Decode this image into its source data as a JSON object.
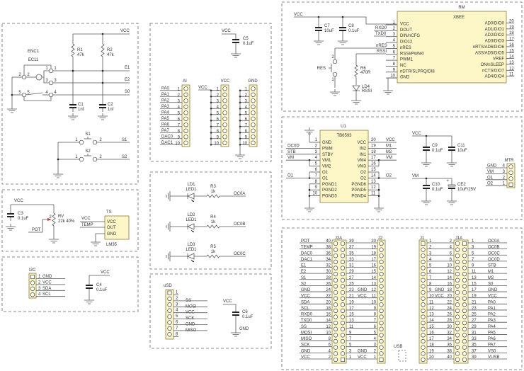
{
  "colors": {
    "wire": "#555555",
    "component_fill": "#fdf6c6",
    "component_border": "#8a7d3a",
    "panel_border": "#666666"
  },
  "encoder_block": {
    "vcc": "VCC",
    "enc_ref": "ENC1",
    "enc_part": "EC11",
    "r1_ref": "R1",
    "r1_val": "47k",
    "r2_ref": "R2",
    "r2_val": "47k",
    "c1_ref": "C1",
    "c1_val": "1nf",
    "c2_ref": "C2",
    "c2_val": "1nf",
    "net_e1": "E1",
    "net_e2": "E2",
    "net_s0": "S0",
    "pins": {
      "p1a": "1",
      "p1b": "1",
      "p2a": "2",
      "p2b": "2",
      "p3a": "3",
      "p3b": "3",
      "p5a": "5",
      "p5b": "5",
      "p4a": "4",
      "p4b": "4"
    },
    "s1": {
      "ref": "S1",
      "pin1": "1",
      "pin2": "2",
      "net": "S1"
    },
    "s2": {
      "ref": "S2",
      "pin1": "1",
      "pin2": "2",
      "net": "S2"
    }
  },
  "analog_block": {
    "vcc": "VCC",
    "c3_ref": "C3",
    "c3_val": "0.1uF",
    "rv_ref": "RV",
    "rv_val": "22k 40%",
    "rv_pin": "2",
    "net_pot": "POT",
    "ts_ref": "TS",
    "ts_part": "LM35",
    "ts_vcc_net": "VCC",
    "ts_temp_net": "TEMP",
    "ts_pins": [
      "VCC",
      "OUT",
      "GND"
    ]
  },
  "i2c_block": {
    "ref": "I2C",
    "pin_numbers": [
      "1",
      "2",
      "3",
      "4"
    ],
    "pin_names": [
      "GND",
      "VCC",
      "SDA",
      "SCL"
    ],
    "vcc": "VCC",
    "c4_ref": "C4",
    "c4_val": "0.1uF"
  },
  "headers_block": {
    "vcc": "VCC",
    "c5_ref": "C5",
    "c5_val": "0.1uF",
    "ai_ref": "AI",
    "ai_nets": [
      "PA0",
      "PA1",
      "PA2",
      "PA3",
      "PA4",
      "PA5",
      "PA6",
      "PA7",
      "DAC0",
      "DAC1"
    ],
    "pin_numbers": [
      "1",
      "2",
      "3",
      "4",
      "5",
      "6",
      "7",
      "8",
      "9",
      "10"
    ],
    "vcc_ref": "VCC",
    "vcc_net": "VCC",
    "gnd_ref": "GND"
  },
  "led_block": {
    "leds": [
      {
        "ref": "LD1",
        "part": "LED1",
        "r_ref": "R3",
        "r_val": "1k",
        "net": "OC0A"
      },
      {
        "ref": "LD2",
        "part": "LED1",
        "r_ref": "R4",
        "r_val": "1k",
        "net": "OC0B"
      },
      {
        "ref": "LD3",
        "part": "LED1",
        "r_ref": "R5",
        "r_val": "1k",
        "net": "OC0C"
      }
    ]
  },
  "usd_block": {
    "ref": "uSD",
    "pin_numbers": [
      "1",
      "2",
      "3",
      "4",
      "5",
      "6",
      "7",
      "8"
    ],
    "pin_names": [
      "",
      "SS",
      "MOSI",
      "VCC",
      "SCK",
      "GND",
      "MISO",
      ""
    ],
    "vcc": "VCC",
    "c6_ref": "C6",
    "c6_val": "0.1uF",
    "gnd": "GND"
  },
  "xbee_block": {
    "vcc": "VCC",
    "c7_ref": "C7",
    "c7_val": "10uF",
    "c8_ref": "C8",
    "c8_val": "0.1uF",
    "ref": "RM",
    "part": "XBEE",
    "left_pins": [
      {
        "num": "1",
        "name": "VCC"
      },
      {
        "num": "2",
        "name": "DOUT"
      },
      {
        "num": "3",
        "name": "DIN/nCFG"
      },
      {
        "num": "4",
        "name": "DIO12"
      },
      {
        "num": "5",
        "name": "nRES"
      },
      {
        "num": "6",
        "name": "RSSI/PWM0"
      },
      {
        "num": "7",
        "name": "PWM1"
      },
      {
        "num": "8",
        "name": "NC"
      },
      {
        "num": "9",
        "name": "nDTR/SLPRQ/DI8"
      },
      {
        "num": "10",
        "name": "GND"
      }
    ],
    "right_pins": [
      {
        "num": "20",
        "name": "AD0/DIO0"
      },
      {
        "num": "19",
        "name": "AD1/DIO1"
      },
      {
        "num": "18",
        "name": "AD2/DIO2"
      },
      {
        "num": "17",
        "name": "AD3/DIO3"
      },
      {
        "num": "16",
        "name": "nRTS/AD6/DIO6"
      },
      {
        "num": "15",
        "name": "ASS/AD5/DIO5"
      },
      {
        "num": "14",
        "name": "VREF"
      },
      {
        "num": "13",
        "name": "ON/nSLEEP"
      },
      {
        "num": "12",
        "name": "nCTS/DIO7"
      },
      {
        "num": "11",
        "name": "AD4/DIO4"
      }
    ],
    "net_rxd": "RXD0",
    "net_txd": "TXD0",
    "net_nres": "nRES",
    "net_rssi": "RSSI",
    "res_ref": "RES",
    "res_pin2": "2",
    "res_pin1": "1",
    "r6_ref": "R6",
    "r6_val": "470R",
    "ld4_ref": "LD4",
    "ld4_val": "RSSI"
  },
  "motor_block": {
    "ref": "U1",
    "part": "TB6593",
    "left_pins": [
      {
        "num": "1",
        "name": "GND"
      },
      {
        "num": "2",
        "name": "PWM"
      },
      {
        "num": "3",
        "name": "STBY"
      },
      {
        "num": "4",
        "name": "VM1"
      },
      {
        "num": "5",
        "name": "VM2"
      },
      {
        "num": "6",
        "name": "O1"
      },
      {
        "num": "7",
        "name": "O1"
      },
      {
        "num": "8",
        "name": "PGND1"
      },
      {
        "num": "9",
        "name": "PGND2"
      },
      {
        "num": "10",
        "name": "PGND3"
      }
    ],
    "right_pins": [
      {
        "num": "20",
        "name": "VCC"
      },
      {
        "num": "19",
        "name": "IN2"
      },
      {
        "num": "18",
        "name": "IN1"
      },
      {
        "num": "17",
        "name": "VM4"
      },
      {
        "num": "16",
        "name": "VM3"
      },
      {
        "num": "15",
        "name": "O2"
      },
      {
        "num": "14",
        "name": "O2"
      },
      {
        "num": "13",
        "name": "PGND6"
      },
      {
        "num": "12",
        "name": "PGND5"
      },
      {
        "num": "11",
        "name": "PGND4"
      }
    ],
    "nets_left": {
      "pwm": "OC0D",
      "stby": "STB",
      "vm": "VM",
      "o1": "O1"
    },
    "nets_right": {
      "vcc": "VCC",
      "in2": "M1",
      "in1": "M2",
      "vm": "VM",
      "o2": "O2"
    },
    "vcc": "VCC",
    "c9_ref": "C9",
    "c9_val": "0.1uF",
    "c11_ref": "C11",
    "c11_val": "10uF",
    "vm": "VM",
    "c10_ref": "C10",
    "c10_val": "0.1uF",
    "ce2_ref": "CE2",
    "ce2_val": "10uF/25V",
    "ce2_plus": "+",
    "mtr_ref": "MTR",
    "mtr_nets": [
      "GND",
      "VM",
      "O1",
      "O2"
    ],
    "mtr_pins": [
      "4",
      "3",
      "2",
      "1"
    ]
  },
  "connector_block": {
    "j2a_ref": "J2A",
    "j2_ref": "J2",
    "j1_ref": "J1",
    "j1a_ref": "J1A",
    "usb": "USB",
    "j2a_nets": [
      "POT",
      "TEMP",
      "DAC0",
      "DAC1",
      "E1",
      "E2",
      "S1",
      "S2",
      "GND",
      "VCC",
      "SDA",
      "SCL",
      "RXD0",
      "TXD0",
      "SS",
      "MOSI",
      "MISO",
      "SCK",
      "GND",
      "VCC"
    ],
    "j2a_left_nums": [
      "40",
      "38",
      "36",
      "34",
      "32",
      "30",
      "28",
      "26",
      "24",
      "22",
      "20",
      "18",
      "16",
      "14",
      "12",
      "10",
      "8",
      "6",
      "4",
      "2"
    ],
    "j2a_right_nums": [
      "39",
      "37",
      "35",
      "33",
      "31",
      "29",
      "27",
      "25",
      "23",
      "21",
      "19",
      "17",
      "15",
      "13",
      "11",
      "9",
      "7",
      "5",
      "3",
      "1"
    ],
    "j2_nums": [
      "20",
      "19",
      "18",
      "17",
      "16",
      "15",
      "14",
      "13",
      "12",
      "11",
      "10",
      "9",
      "8",
      "7",
      "6",
      "5",
      "4",
      "3",
      "2",
      "1"
    ],
    "j2_mid_nets": [
      "",
      "",
      "",
      "",
      "",
      "",
      "",
      "",
      "GND",
      "VCC",
      "",
      "",
      "",
      "",
      "",
      "",
      "",
      "",
      "GND",
      "VCC"
    ],
    "j1_nums": [
      "1",
      "2",
      "3",
      "4",
      "5",
      "6",
      "7",
      "8",
      "9",
      "10",
      "11",
      "12",
      "13",
      "14",
      "15",
      "16",
      "17",
      "18",
      "19",
      "20"
    ],
    "j1_mid_nets": [
      "",
      "",
      "",
      "",
      "",
      "",
      "",
      "",
      "GND",
      "VCC",
      "",
      "",
      "",
      "",
      "",
      "",
      "",
      "",
      "",
      ""
    ],
    "j1a_left_nums": [
      "2",
      "4",
      "6",
      "8",
      "10",
      "12",
      "14",
      "16",
      "18",
      "20",
      "22",
      "24",
      "26",
      "28",
      "30",
      "32",
      "34",
      "36",
      "38",
      "40"
    ],
    "j1a_right_nums": [
      "1",
      "3",
      "5",
      "7",
      "9",
      "11",
      "13",
      "15",
      "17",
      "19",
      "21",
      "23",
      "25",
      "27",
      "29",
      "31",
      "33",
      "35",
      "37",
      "39"
    ],
    "j1a_nets": [
      "OC0A",
      "OC0B",
      "OC0C",
      "OC0D",
      "STB",
      "M1",
      "M2",
      "S0",
      "GND",
      "VCC",
      "PA0",
      "PA1",
      "PA2",
      "PA3",
      "PA4",
      "PA5",
      "PA6",
      "PA7",
      "VS0",
      "VUSB"
    ]
  }
}
